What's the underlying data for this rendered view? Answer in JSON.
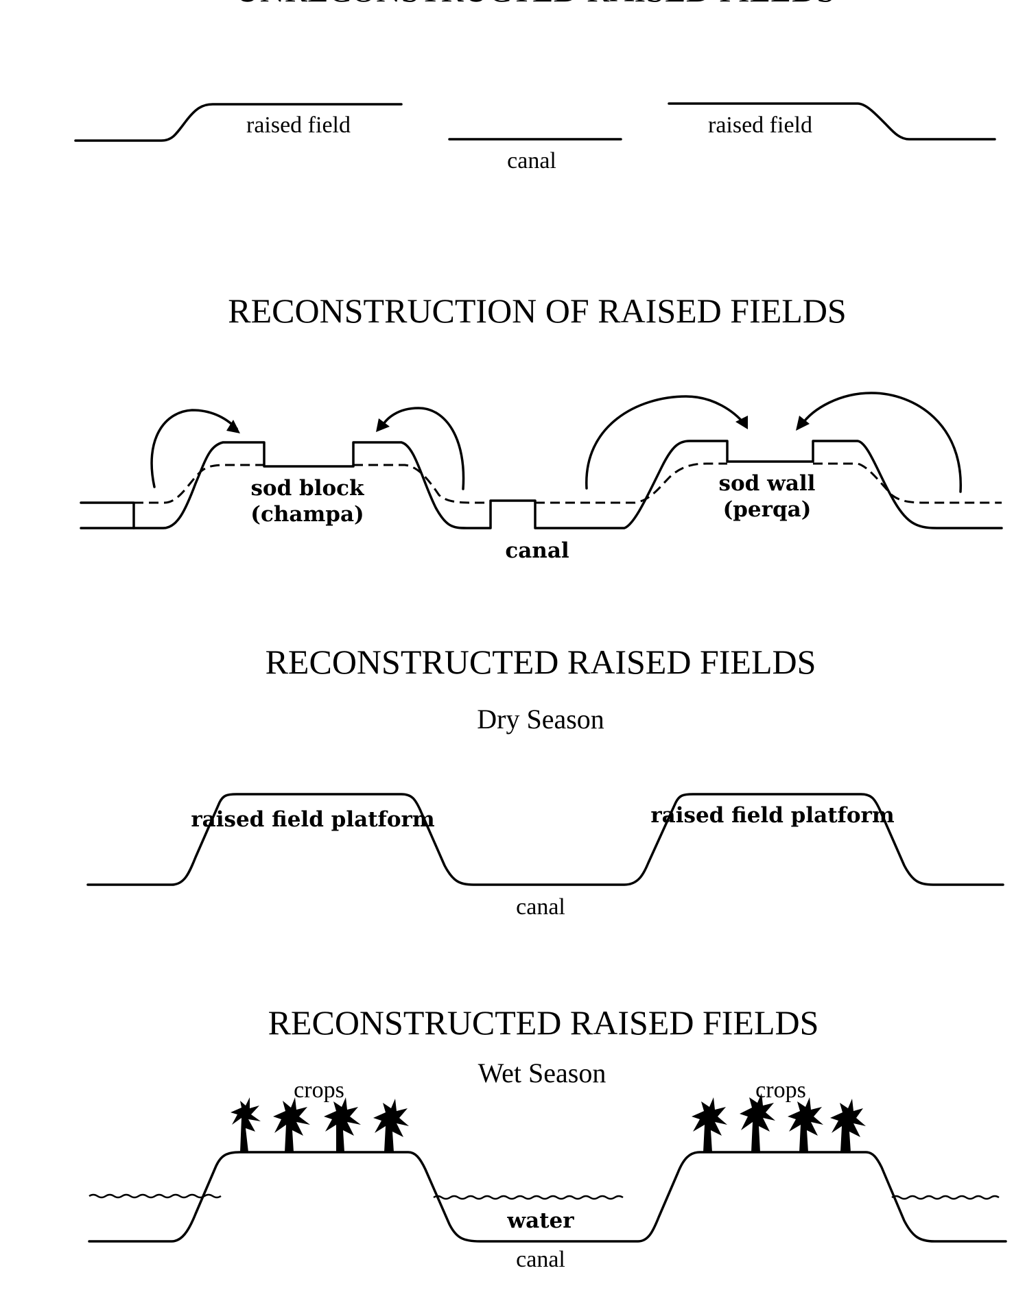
{
  "panels": {
    "unreconstructed": {
      "title": "UNRECONSTRUCTED RAISED FIELDS",
      "left_field_label": "raised field",
      "right_field_label": "raised field",
      "canal_label": "canal"
    },
    "reconstruction": {
      "title": "RECONSTRUCTION OF RAISED FIELDS",
      "sod_block_label_line1": "sod block",
      "sod_block_label_line2": "(champa)",
      "sod_wall_label_line1": "sod wall",
      "sod_wall_label_line2": "(perqa)",
      "canal_label": "canal"
    },
    "dry_season": {
      "title": "RECONSTRUCTED RAISED FIELDS",
      "subtitle": "Dry Season",
      "left_platform_label": "raised field platform",
      "right_platform_label": "raised field platform",
      "canal_label": "canal"
    },
    "wet_season": {
      "title": "RECONSTRUCTED RAISED FIELDS",
      "subtitle": "Wet Season",
      "left_crops_label": "crops",
      "right_crops_label": "crops",
      "water_label": "water",
      "canal_label": "canal"
    }
  }
}
